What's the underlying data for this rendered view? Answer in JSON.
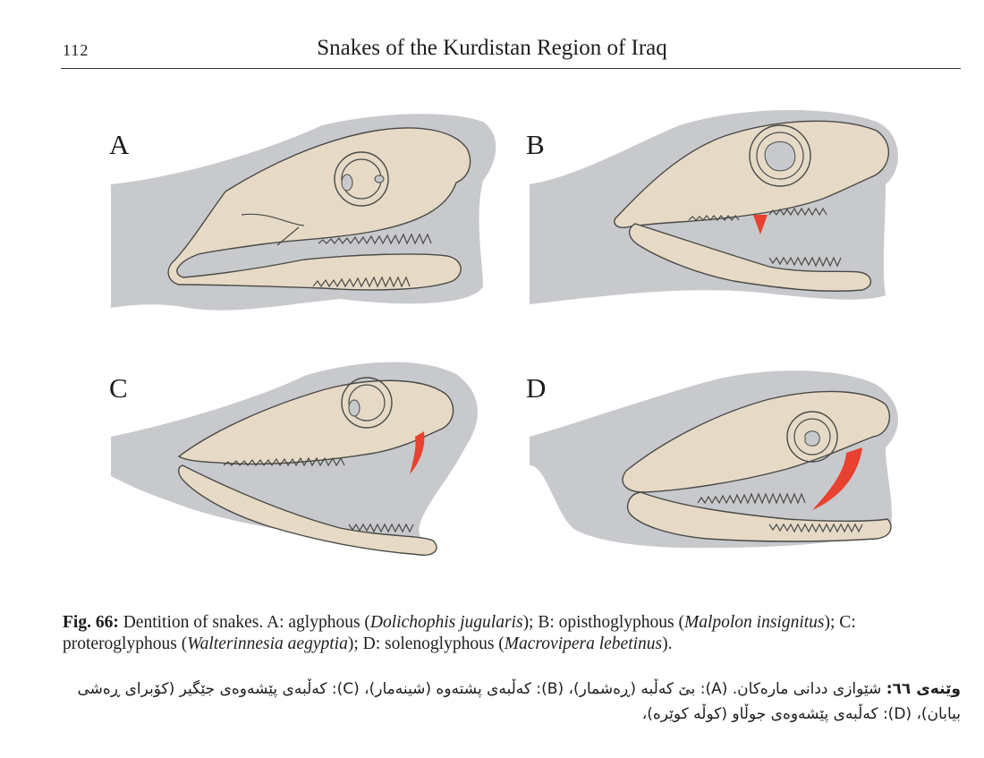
{
  "header": {
    "page_number": "112",
    "title": "Snakes of the Kurdistan Region of Iraq"
  },
  "figure": {
    "panels": [
      {
        "letter": "A"
      },
      {
        "letter": "B"
      },
      {
        "letter": "C"
      },
      {
        "letter": "D"
      }
    ],
    "colors": {
      "body": "#c7c9cc",
      "skull": "#e6dac6",
      "outline": "#4a4a46",
      "fang": "#e8412f"
    }
  },
  "caption": {
    "fig_label": "Fig. 66:",
    "intro": " Dentition of snakes. A: aglyphous (",
    "sp_a": "Dolichophis jugularis",
    "mid_b": "); B: opisthoglyphous (",
    "sp_b": "Malpolon insignitus",
    "mid_c": "); C: proteroglyphous (",
    "sp_c": "Walterinnesia aegyptia",
    "mid_d": "); D: solenoglyphous (",
    "sp_d": "Macrovipera lebetinus",
    "end": ")."
  },
  "kurdish_caption": {
    "label": "وێنەی ٦٦:",
    "text": " شێوازی ددانی مارەکان. (A): بێ کەڵبە (ڕەشمار)، (B): کەڵبەی پشتەوە (شینەمار)، (C): کەڵبەی پێشەوەی جێگیر (کۆبرای ڕەشی بیابان)، (D): کەڵبەی پێشەوەی جوڵاو (کوڵە کوێرە)،"
  }
}
